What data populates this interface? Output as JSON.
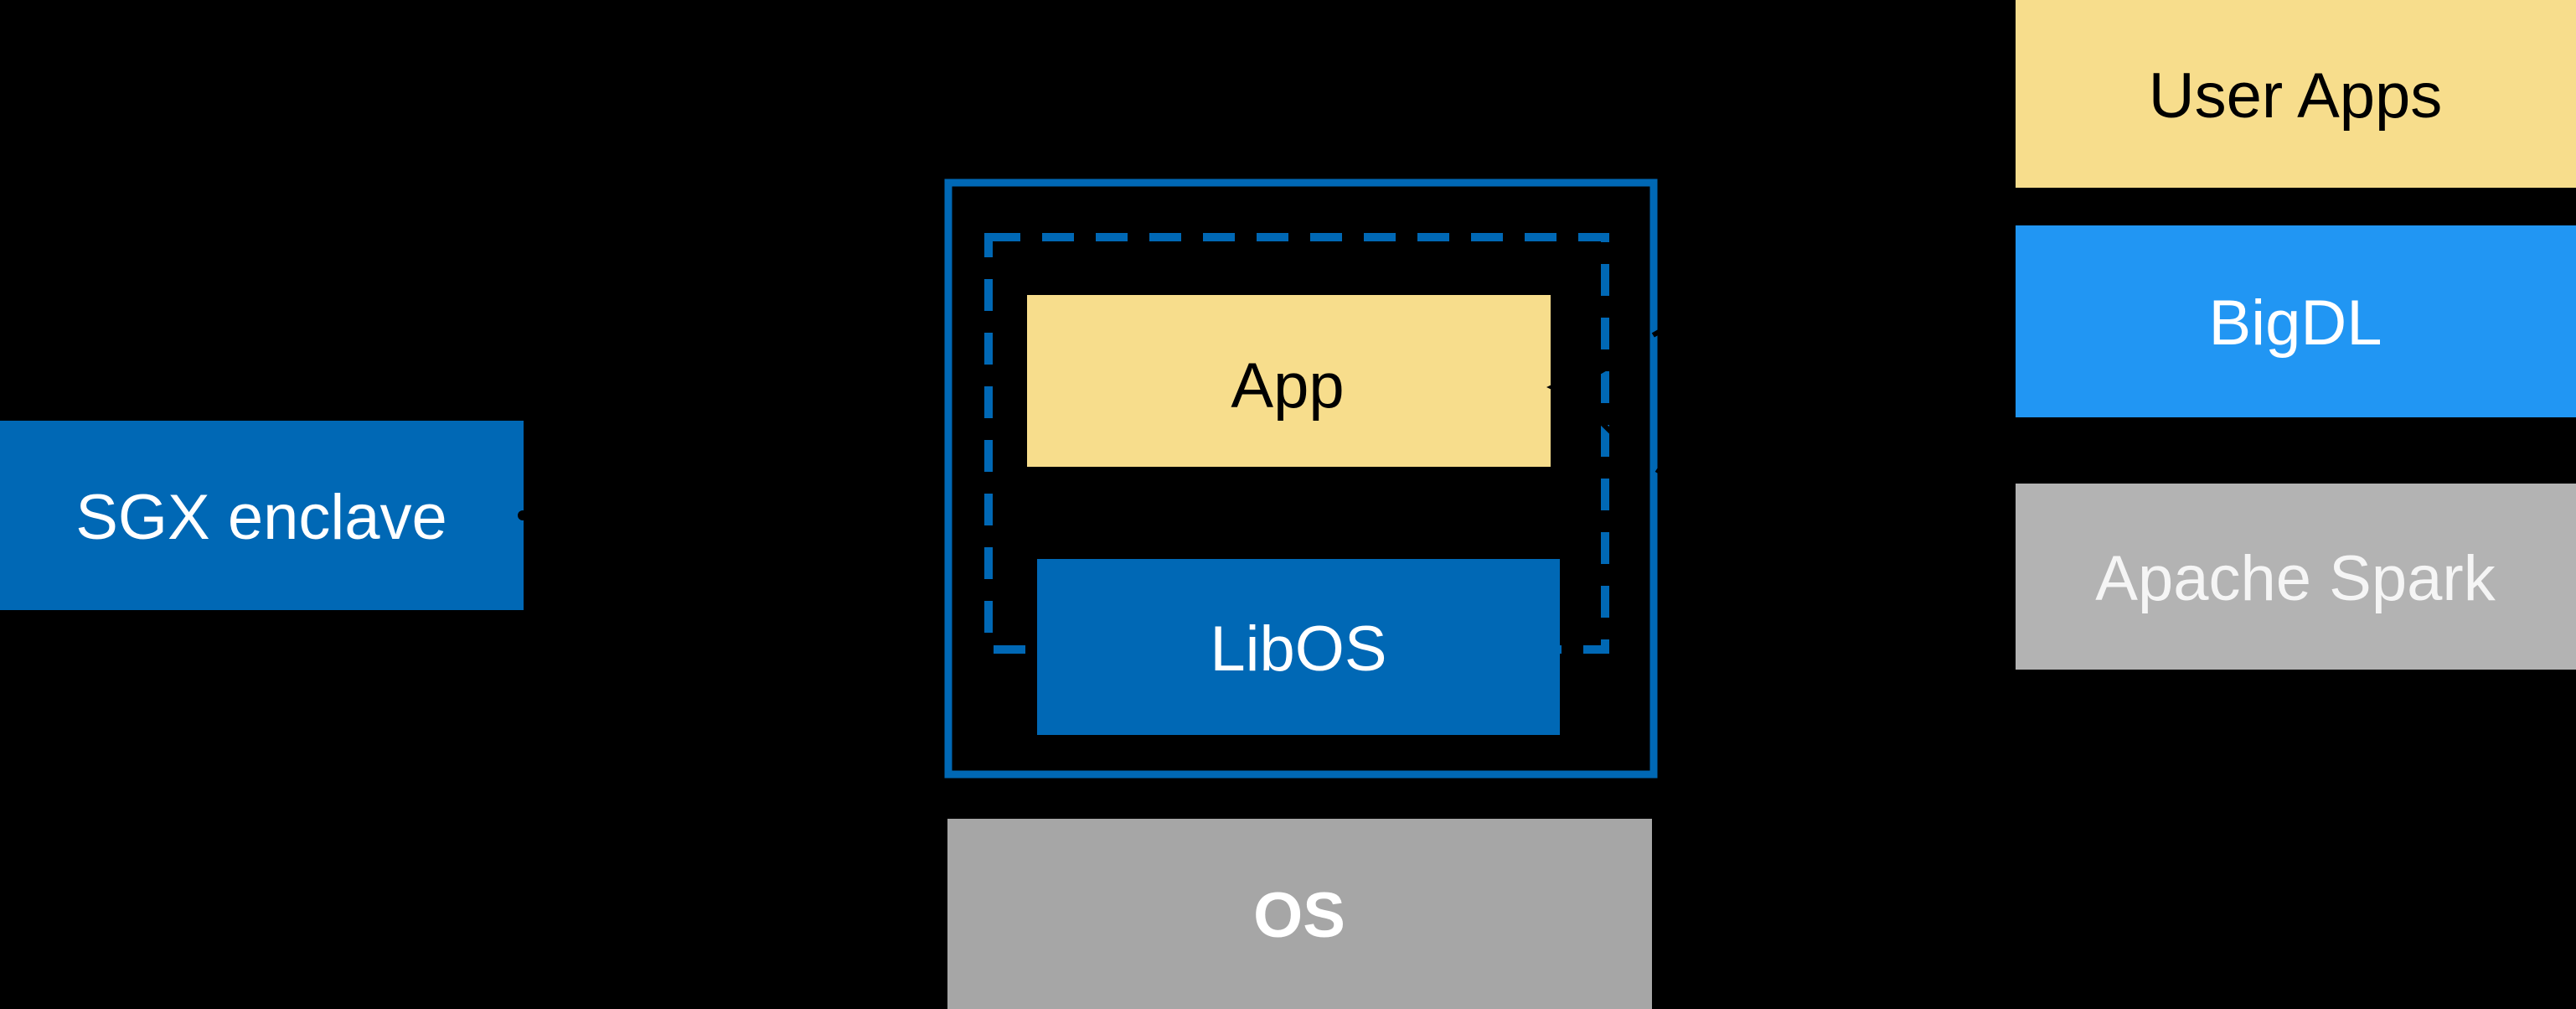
{
  "diagram": {
    "title_hint": "SGX enclave LibOS architecture diagram",
    "sgx_label": "SGX enclave",
    "vm_box": {
      "app_label": "App",
      "libos_label": "LibOS"
    },
    "os_label": "OS",
    "stack": {
      "user_apps_label": "User Apps",
      "bigdl_label": "BigDL",
      "spark_label": "Apache Spark"
    },
    "colors": {
      "background": "#000000",
      "intel_blue": "#0068B5",
      "border_blue": "#0068B5",
      "bright_blue": "#2196F3",
      "yellow": "#F7DD8C",
      "gray_spark": "#B3B3B3",
      "gray_os": "#A6A6A6",
      "text_white": "#FFFFFF",
      "text_near_white": "#F5F5F5",
      "text_black": "#000000",
      "connector_black": "#000000"
    }
  }
}
